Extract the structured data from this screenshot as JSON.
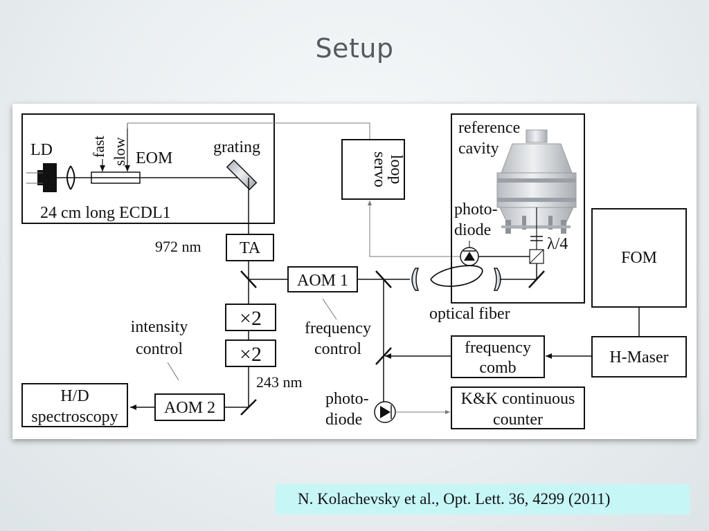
{
  "slide": {
    "title": "Setup",
    "citation": "N. Kolachevsky et al., Opt. Lett. 36, 4299  (2011)"
  },
  "diagram": {
    "ecdl_box": {
      "ld": "LD",
      "fast": "fast",
      "slow": "slow",
      "eom": "EOM",
      "grating": "grating",
      "caption": "24 cm long ECDL1"
    },
    "servo_loop": [
      "servo",
      "loop"
    ],
    "reference_cavity": {
      "label_line1": "reference",
      "label_line2": "cavity",
      "photodiode_line1": "photo-",
      "photodiode_line2": "diode",
      "waveplate": "λ/4"
    },
    "wavelength_972": "972 nm",
    "ta": "TA",
    "aom1": "AOM 1",
    "doubler_1": "×2",
    "doubler_2": "×2",
    "optical_fiber": "optical fiber",
    "fom": "FOM",
    "intensity_control": [
      "intensity",
      "control"
    ],
    "frequency_control": [
      "frequency",
      "control"
    ],
    "frequency_comb": [
      "frequency",
      "comb"
    ],
    "h_maser": "H-Maser",
    "wavelength_243": "243 nm",
    "hd_spectroscopy": [
      "H/D",
      "spectroscopy"
    ],
    "aom2": "AOM 2",
    "lower_photodiode": [
      "photo-",
      "diode"
    ],
    "kk_counter": [
      "K&K continuous",
      "counter"
    ],
    "colors": {
      "line": "#111111",
      "thin_line": "#777777",
      "cavity_metal": "#c9cdd2",
      "citation_bg": "#c7f6f7"
    }
  }
}
